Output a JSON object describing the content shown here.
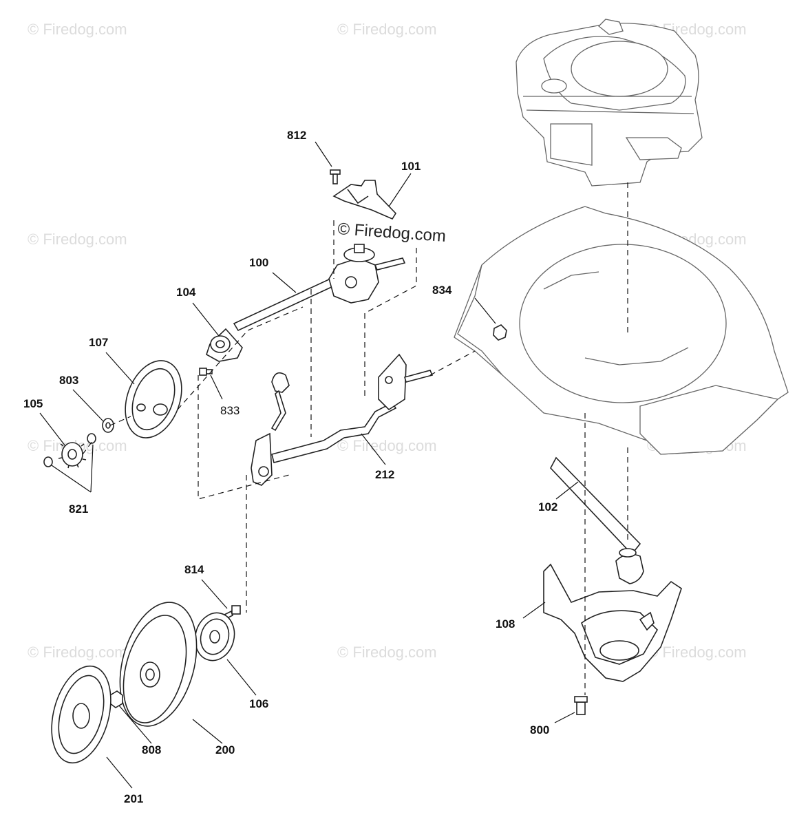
{
  "watermark": {
    "text": "© Firedog.com"
  },
  "part_labels": {
    "p100": "100",
    "p101": "101",
    "p102": "102",
    "p104": "104",
    "p105": "105",
    "p106": "106",
    "p107": "107",
    "p108": "108",
    "p200": "200",
    "p201": "201",
    "p212": "212",
    "p800": "800",
    "p803": "803",
    "p808": "808",
    "p812": "812",
    "p814": "814",
    "p821": "821",
    "p833": "833",
    "p834": "834"
  }
}
